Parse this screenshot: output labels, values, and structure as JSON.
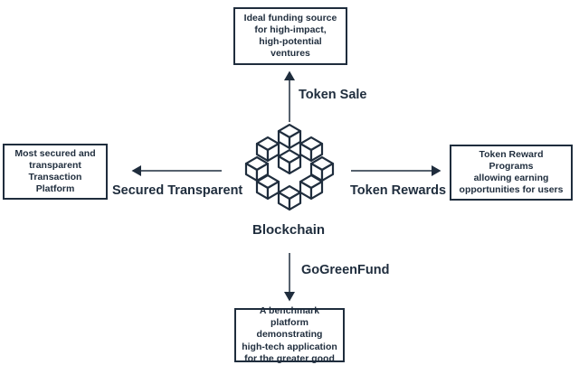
{
  "diagram": {
    "center": {
      "label": "Blockchain",
      "icon": "blockchain-cubes-icon"
    },
    "boxes": {
      "top": {
        "lines": [
          "Ideal funding source",
          "for high-impact,",
          "high-potential ventures"
        ]
      },
      "left": {
        "lines": [
          "Most secured and",
          "transparent",
          "Transaction Platform"
        ]
      },
      "right": {
        "lines": [
          "Token Reward Programs",
          "allowing earning",
          "opportunities for users"
        ]
      },
      "bottom": {
        "lines": [
          "A benchmark platform",
          "demonstrating",
          "high-tech application",
          "for the greater good"
        ]
      }
    },
    "connectors": {
      "top": {
        "label": "Token Sale"
      },
      "left": {
        "label": "Secured Transparent"
      },
      "right": {
        "label": "Token Rewards"
      },
      "bottom": {
        "label": "GoGreenFund"
      }
    },
    "colors": {
      "stroke": "#1f2d3d",
      "background": "#ffffff"
    }
  }
}
